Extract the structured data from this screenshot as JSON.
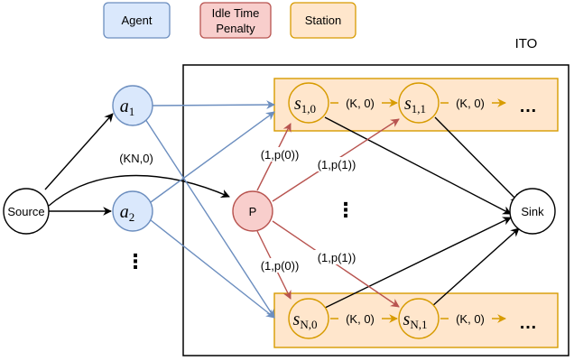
{
  "legend": {
    "agent": {
      "label": "Agent",
      "fill": "#dae8fc",
      "stroke": "#6c8ebf"
    },
    "penalty": {
      "line1": "Idle Time",
      "line2": "Penalty",
      "fill": "#f8cecc",
      "stroke": "#b85450"
    },
    "station": {
      "label": "Station",
      "fill": "#ffe6cc",
      "stroke": "#d79b00"
    }
  },
  "ito_label": "ITO",
  "nodes": {
    "source": "Source",
    "sink": "Sink",
    "penalty": "P",
    "agent1": {
      "base": "a",
      "sub": "1"
    },
    "agent2": {
      "base": "a",
      "sub": "2"
    },
    "s10": {
      "base": "s",
      "sub": "1,0"
    },
    "s11": {
      "base": "s",
      "sub": "1,1"
    },
    "sN0": {
      "base": "s",
      "sub": "N,0"
    },
    "sN1": {
      "base": "s",
      "sub": "N,1"
    }
  },
  "edge_labels": {
    "kn0": "(KN,0)",
    "k0_top_1": "(K, 0)",
    "k0_top_2": "(K, 0)",
    "k0_bot_1": "(K, 0)",
    "k0_bot_2": "(K, 0)",
    "p0_top": "(1,p(0))",
    "p1_top": "(1,p(1))",
    "p0_bot": "(1,p(0))",
    "p1_bot": "(1,p(1))"
  },
  "ellipsis_h": "…",
  "ellipsis_v": "⋮",
  "colors": {
    "blue_edge": "#6c8ebf",
    "red_edge": "#b85450",
    "orange_edge": "#d79b00",
    "black": "#000000"
  }
}
